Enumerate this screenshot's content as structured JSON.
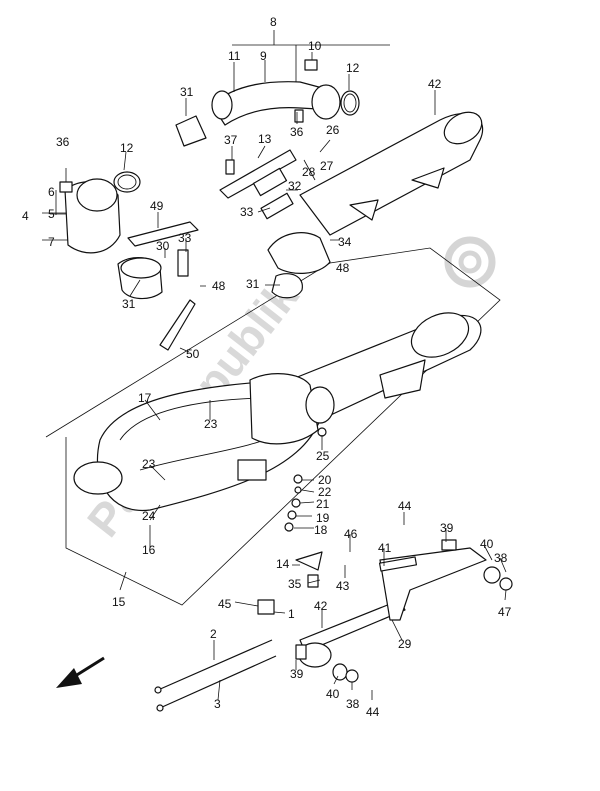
{
  "watermark": "PartsRepublik",
  "callouts": [
    "8",
    "10",
    "11",
    "9",
    "12",
    "31",
    "36",
    "37",
    "13",
    "26",
    "42",
    "36",
    "12",
    "28",
    "27",
    "6",
    "5",
    "4",
    "32",
    "33",
    "49",
    "7",
    "33",
    "30",
    "34",
    "31",
    "48",
    "31",
    "48",
    "50",
    "17",
    "23",
    "23",
    "25",
    "20",
    "22",
    "21",
    "19",
    "18",
    "24",
    "16",
    "44",
    "46",
    "39",
    "41",
    "40",
    "14",
    "43",
    "38",
    "35",
    "15",
    "47",
    "45",
    "1",
    "42",
    "29",
    "2",
    "39",
    "40",
    "3",
    "38",
    "44"
  ]
}
